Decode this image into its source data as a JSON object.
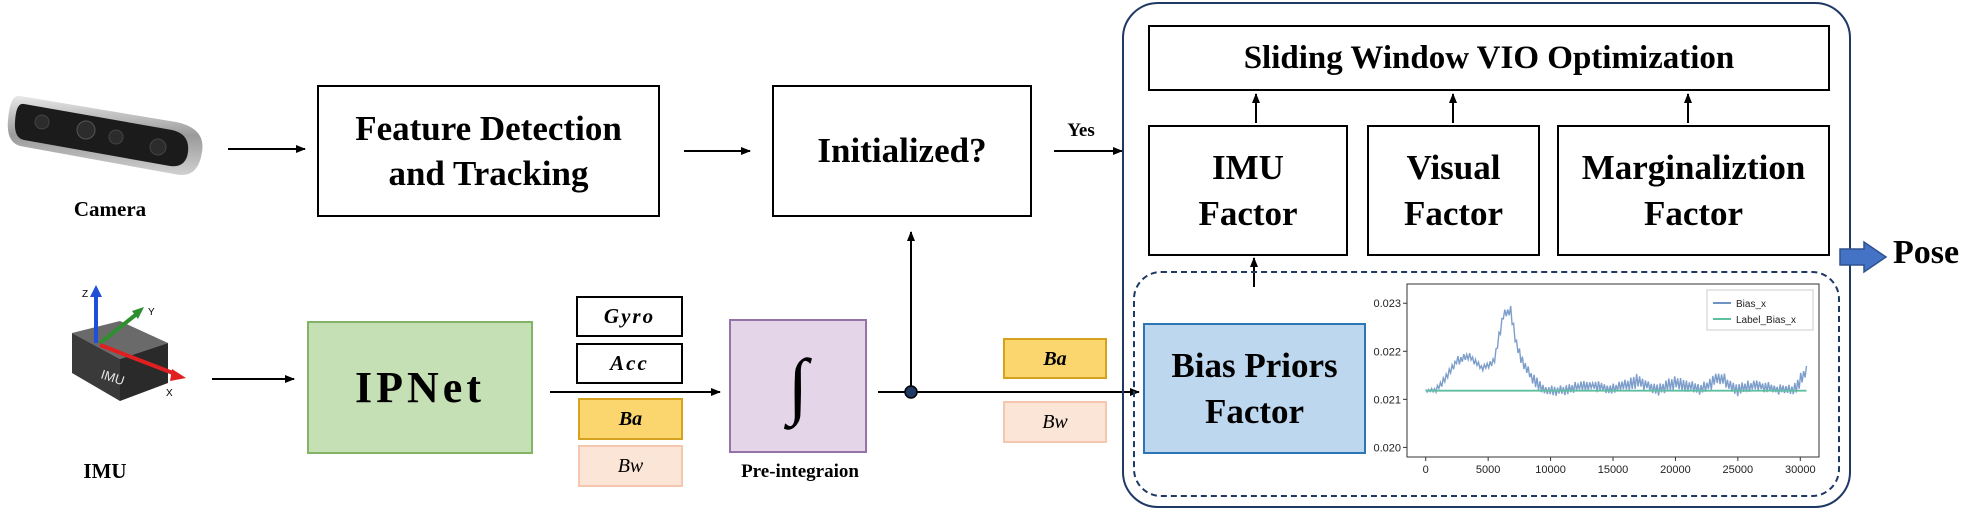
{
  "camera": {
    "label": "Camera"
  },
  "imu": {
    "label": "IMU",
    "chip_text": "IMU",
    "axes": [
      "Z",
      "Y",
      "X"
    ]
  },
  "feature": {
    "label": "Feature Detection\nand Tracking"
  },
  "initialized": {
    "label": "Initialized?",
    "yes_label": "Yes"
  },
  "ipnet": {
    "label": "IPNet"
  },
  "outputs": {
    "gyro": "Gyro",
    "acc": "Acc",
    "ba": "Ba",
    "bw": "Bw"
  },
  "preint": {
    "symbol": "∫",
    "label": "Pre-integraion"
  },
  "optimization": {
    "title": "Sliding Window VIO Optimization"
  },
  "factors": {
    "imu": "IMU\nFactor",
    "visual": "Visual\nFactor",
    "marg": "Marginaliztion\nFactor",
    "bias": "Bias Priors\nFactor"
  },
  "pose": {
    "label": "Pose"
  },
  "colors": {
    "ipnet_fill": "#c5e0b4",
    "ipnet_border": "#82b366",
    "preint_fill": "#e4d6e8",
    "preint_border": "#9673a6",
    "ba_fill": "#fbd56e",
    "ba_border": "#d6a21e",
    "bw_fill": "#fbe5d6",
    "bw_border": "#f4c7ae",
    "bias_fill": "#bdd7ee",
    "bias_border": "#2e75b6",
    "frame_border": "#1f3864",
    "pose_arrow": "#4472c4",
    "series_bias": "#6f93c5",
    "series_label": "#5fbfa0"
  },
  "chart_data": {
    "type": "line",
    "x_ticks": [
      "0",
      "5000",
      "10000",
      "15000",
      "20000",
      "25000",
      "30000"
    ],
    "y_ticks": [
      "0.020",
      "0.021",
      "0.022",
      "0.023"
    ],
    "xlim": [
      -1500,
      31500
    ],
    "ylim": [
      0.0198,
      0.0234
    ],
    "legend_position": "top-right",
    "series": [
      {
        "name": "Bias_x",
        "x": [
          0,
          800,
          1500,
          2500,
          3500,
          4500,
          5500,
          6200,
          6800,
          7200,
          7800,
          8500,
          9500,
          11000,
          13000,
          15000,
          17000,
          18500,
          20000,
          22000,
          23500,
          25000,
          26500,
          28000,
          29500,
          30500
        ],
        "y": [
          0.02118,
          0.0212,
          0.0214,
          0.0218,
          0.0219,
          0.02165,
          0.0218,
          0.02275,
          0.02285,
          0.0222,
          0.02175,
          0.02145,
          0.02118,
          0.0212,
          0.0213,
          0.0212,
          0.0214,
          0.0212,
          0.02135,
          0.0212,
          0.02145,
          0.0212,
          0.0213,
          0.0212,
          0.0212,
          0.0216
        ],
        "spread": [
          3e-05,
          5e-05,
          8e-05,
          8e-05,
          7e-05,
          6e-05,
          7e-05,
          0.00012,
          0.0001,
          0.0001,
          0.00012,
          0.0001,
          0.0001,
          0.0001,
          0.0001,
          0.00012,
          0.00014,
          0.00012,
          0.00012,
          0.0001,
          0.00014,
          0.00012,
          0.00012,
          0.0001,
          0.0001,
          0.00016
        ]
      },
      {
        "name": "Label_Bias_x",
        "x": [
          0,
          30500
        ],
        "y": [
          0.02118,
          0.02118
        ]
      }
    ]
  }
}
